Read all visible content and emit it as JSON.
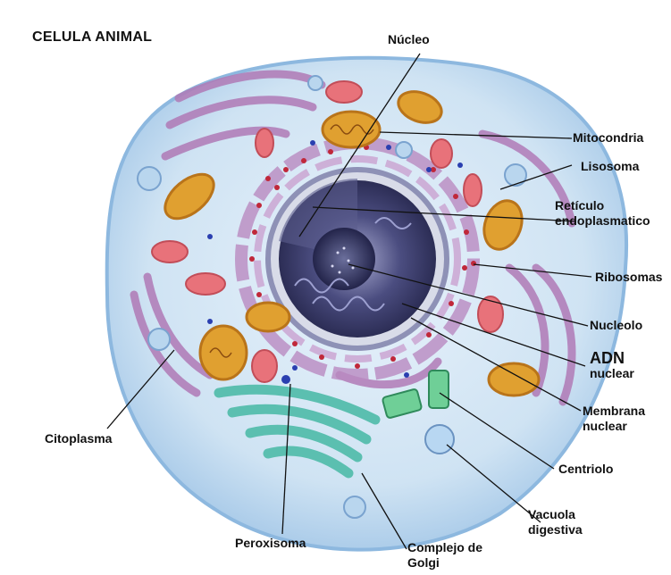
{
  "title": "CELULA  ANIMAL",
  "labels": {
    "nucleo": "Núcleo",
    "mitocondria": "Mitocondria",
    "lisosoma": "Lisosoma",
    "reticulo_1": "Retículo",
    "reticulo_2": "endoplasmatico",
    "ribosomas": "Ribosomas",
    "nucleolo": "Nucleolo",
    "adn_1": "ADN",
    "adn_2": "nuclear",
    "membrana_1": "Membrana",
    "membrana_2": "nuclear",
    "centriolo": "Centriolo",
    "vacuola_1": "Vacuola",
    "vacuola_2": "digestiva",
    "complejo_1": "Complejo de",
    "complejo_2": "Golgi",
    "peroxisoma": "Peroxisoma",
    "citoplasma": "Citoplasma"
  },
  "colors": {
    "cytoplasm": "#cfe3f3",
    "membrane": "#a9cbe8",
    "er": "#b07ab6",
    "mitochondria": "#e0a030",
    "lysosome": "#e8727a",
    "golgi": "#5bbfb0",
    "nucleus": "#3e3f6e",
    "ribosome": "#c0283a"
  }
}
